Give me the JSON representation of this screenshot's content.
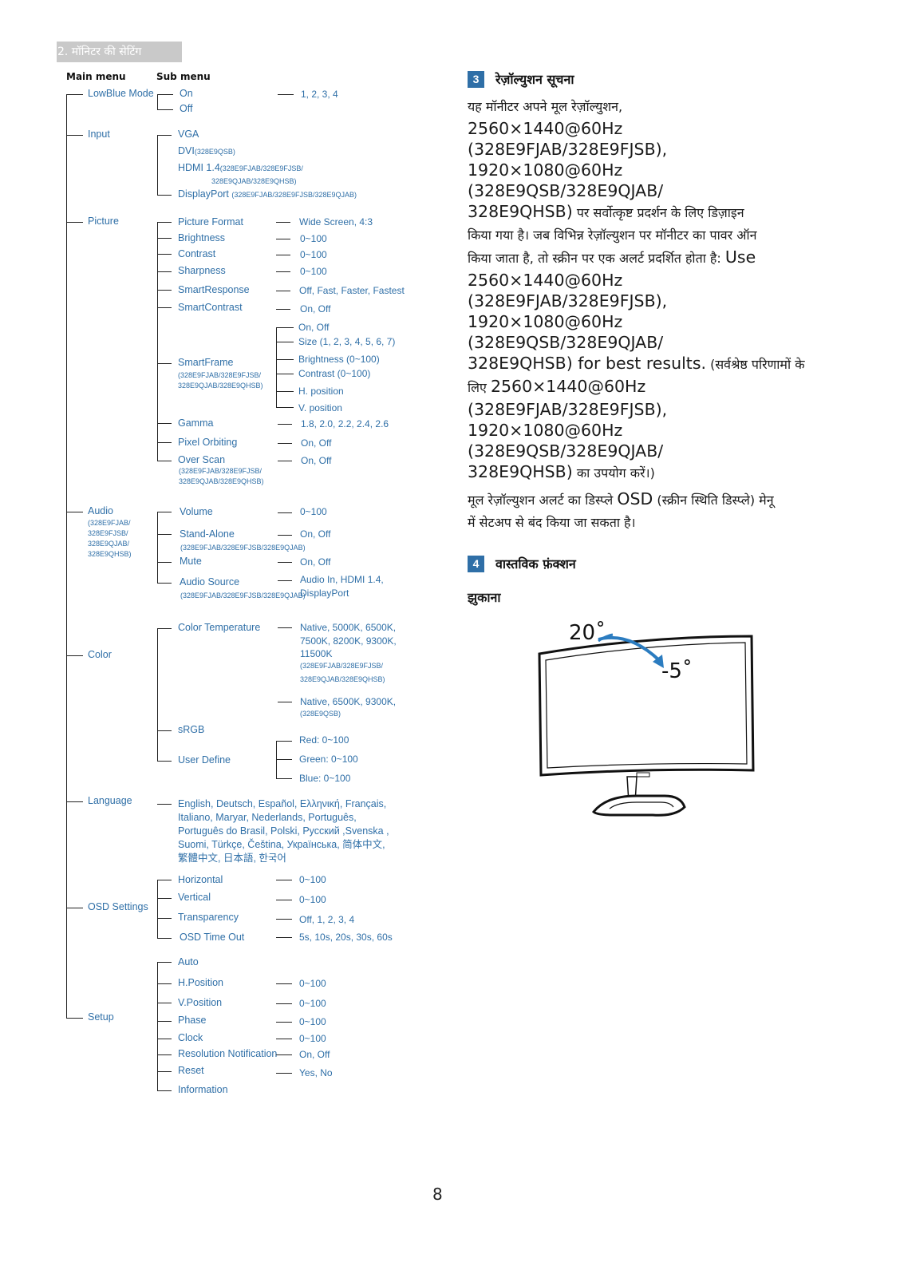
{
  "section_header": "2. मॉनिटर की सेटिंग",
  "col_main": "Main menu",
  "col_sub": "Sub menu",
  "menu": {
    "lowblue": {
      "label": "LowBlue Mode",
      "on": "On",
      "off": "Off",
      "val": "1, 2, 3, 4"
    },
    "input": {
      "label": "Input",
      "vga": "VGA",
      "dvi": "DVI",
      "dvi_note": "(328E9QSB)",
      "hdmi": "HDMI 1.4",
      "hdmi_note1": "(328E9FJAB/328E9FJSB/",
      "hdmi_note2": "328E9QJAB/328E9QHSB)",
      "dp": "DisplayPort",
      "dp_note": "(328E9FJAB/328E9FJSB/328E9QJAB)"
    },
    "picture": {
      "label": "Picture",
      "items": [
        {
          "s": "Picture Format",
          "v": "Wide Screen, 4:3"
        },
        {
          "s": "Brightness",
          "v": "0~100"
        },
        {
          "s": "Contrast",
          "v": "0~100"
        },
        {
          "s": "Sharpness",
          "v": "0~100"
        },
        {
          "s": "SmartResponse",
          "v": "Off, Fast, Faster, Fastest"
        },
        {
          "s": "SmartContrast",
          "v": "On, Off"
        }
      ],
      "smartframe": "SmartFrame",
      "sf_note1": "(328E9FJAB/328E9FJSB/",
      "sf_note2": "328E9QJAB/328E9QHSB)",
      "sf_vals": [
        "On, Off",
        "Size (1, 2, 3, 4, 5, 6, 7)",
        "Brightness (0~100)",
        "Contrast (0~100)",
        "H. position",
        "V. position"
      ],
      "gamma": "Gamma",
      "gamma_v": "1.8, 2.0, 2.2, 2.4, 2.6",
      "pixel": "Pixel Orbiting",
      "pixel_v": "On, Off",
      "overscan": "Over Scan",
      "overscan_v": "On, Off",
      "os_note1": "(328E9FJAB/328E9FJSB/",
      "os_note2": "328E9QJAB/328E9QHSB)"
    },
    "audio": {
      "label": "Audio",
      "note1": "(328E9FJAB/",
      "note2": "328E9FJSB/",
      "note3": "328E9QJAB/",
      "note4": "328E9QHSB)",
      "volume": "Volume",
      "volume_v": "0~100",
      "standalone": "Stand-Alone",
      "standalone_v": "On, Off",
      "sa_note": "(328E9FJAB/328E9FJSB/328E9QJAB)",
      "mute": "Mute",
      "mute_v": "On, Off",
      "source": "Audio Source",
      "source_v1": "Audio In, HDMI 1.4,",
      "source_v2": "DisplayPort",
      "src_note": "(328E9FJAB/328E9FJSB/328E9QJAB)"
    },
    "color": {
      "label": "Color",
      "ct": "Color Temperature",
      "ct_v1": "Native, 5000K, 6500K,",
      "ct_v2": "7500K, 8200K, 9300K,",
      "ct_v3": "11500K",
      "ct_note1": "(328E9FJAB/328E9FJSB/",
      "ct_note2": "328E9QJAB/328E9QHSB)",
      "ct_v4": "Native, 6500K, 9300K,",
      "ct_note3": "(328E9QSB)",
      "srgb": "sRGB",
      "user": "User Define",
      "red": "Red: 0~100",
      "green": "Green: 0~100",
      "blue": "Blue: 0~100"
    },
    "language": {
      "label": "Language",
      "l1": "English, Deutsch, Español, Ελληνική, Français,",
      "l2": "Italiano, Maryar, Nederlands, Português,",
      "l3": "Português do Brasil, Polski, Русский ,Svenska ,",
      "l4": "Suomi, Türkçe, Čeština, Українська, 简体中文,",
      "l5": "繁體中文, 日本語, 한국어"
    },
    "osd": {
      "label": "OSD Settings",
      "items": [
        {
          "s": "Horizontal",
          "v": "0~100"
        },
        {
          "s": "Vertical",
          "v": "0~100"
        },
        {
          "s": "Transparency",
          "v": "Off, 1, 2, 3, 4"
        },
        {
          "s": "OSD Time Out",
          "v": "5s, 10s, 20s, 30s, 60s"
        }
      ]
    },
    "setup": {
      "label": "Setup",
      "auto": "Auto",
      "items": [
        {
          "s": "H.Position",
          "v": "0~100"
        },
        {
          "s": "V.Position",
          "v": "0~100"
        },
        {
          "s": "Phase",
          "v": "0~100"
        },
        {
          "s": "Clock",
          "v": "0~100"
        },
        {
          "s": "Resolution Notification",
          "v": "On, Off"
        },
        {
          "s": "Reset",
          "v": "Yes, No"
        }
      ],
      "info": "Information"
    }
  },
  "right": {
    "s3_num": "3",
    "s3_title": "रेज़ॉल्युशन सूचना",
    "p1_a": "यह मॉनीटर अपने मूल रेज़ॉल्युशन,",
    "p1_b": "2560×1440@60Hz",
    "p1_c": "(328E9FJAB/328E9FJSB),",
    "p1_d": "1920×1080@60Hz",
    "p1_e": "(328E9QSB/328E9QJAB/",
    "p1_f": "328E9QHSB)",
    "p1_f2": " पर सर्वोत्कृष्ट प्रदर्शन के लिए डिज़ाइन",
    "p1_g": "किया गया है। जब विभिन्न रेज़ॉल्युशन पर मॉनीटर का पावर ऑन",
    "p1_h": "किया जाता है, तो स्क्रीन पर एक अलर्ट प्रदर्शित होता है: ",
    "p1_h2": "Use",
    "p1_i": "2560×1440@60Hz",
    "p1_j": "(328E9FJAB/328E9FJSB),",
    "p1_k": "1920×1080@60Hz",
    "p1_l": "(328E9QSB/328E9QJAB/",
    "p1_m": "328E9QHSB) for best results.",
    "p1_m2": " (सर्वश्रेष्ठ परिणामों के",
    "p1_n": "लिए ",
    "p1_n2": "2560×1440@60Hz",
    "p1_o": "(328E9FJAB/328E9FJSB),",
    "p1_p": "1920×1080@60Hz",
    "p1_q": "(328E9QSB/328E9QJAB/",
    "p1_r": "328E9QHSB)",
    "p1_r2": " का उपयोग करें।)",
    "p2_a": "मूल रेज़ॉल्युशन अलर्ट का डिस्प्ले ",
    "p2_a2": "OSD",
    "p2_a3": " (स्क्रीन स्थिति डिस्प्ले) मेनू",
    "p2_b": "में सेटअप से बंद किया जा सकता है।",
    "s4_num": "4",
    "s4_title": "वास्तविक फ़ंक्शन",
    "tilt_label": "झुकाना",
    "angle_up": "20˚",
    "angle_down": "-5˚"
  },
  "page_number": "8"
}
